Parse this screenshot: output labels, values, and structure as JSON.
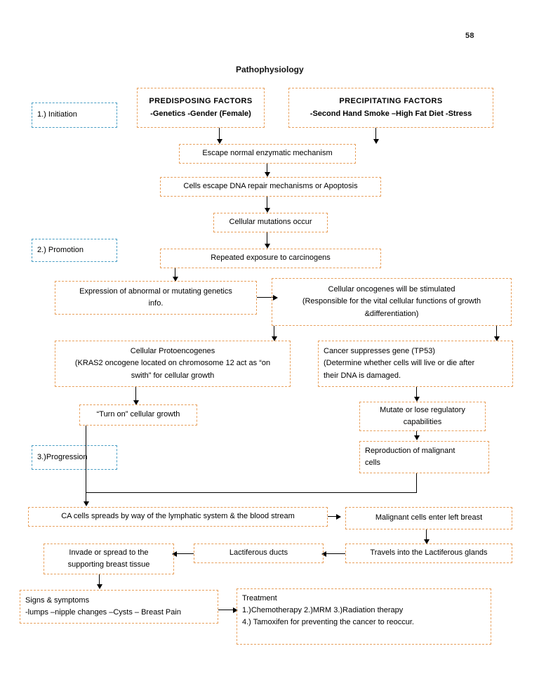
{
  "document": {
    "page_number": "58",
    "title": "Pathophysiology"
  },
  "stages": [
    {
      "id": "stage-1",
      "label": "1.) Initiation"
    },
    {
      "id": "stage-2",
      "label": "2.) Promotion"
    },
    {
      "id": "stage-3",
      "label": "3.)Progression"
    }
  ],
  "nodes": {
    "predisposing": {
      "heading": "PREDISPOSING FACTORS",
      "line2": "-Genetics        -Gender (Female)"
    },
    "precipitating": {
      "heading": "PRECIPITATING FACTORS",
      "line2": "-Second Hand Smoke –High Fat Diet   -Stress"
    },
    "escape_enzymatic": {
      "line1": "Escape normal enzymatic mechanism"
    },
    "cells_escape_dna": {
      "line1": "Cells escape DNA repair mechanisms or Apoptosis"
    },
    "cellular_mutations": {
      "line1": "Cellular mutations occur"
    },
    "repeated_exposure": {
      "line1": "Repeated exposure to carcinogens"
    },
    "expression_abnormal": {
      "line1": "Expression of abnormal or mutating genetics",
      "line2": "info."
    },
    "cellular_oncogenes": {
      "line1": "Cellular oncogenes will be stimulated",
      "line2": "(Responsible for the vital cellular functions of growth",
      "line3": "&differentiation)"
    },
    "protoencogenes": {
      "line1": "Cellular Protoencogenes",
      "line2": "(KRAS2 oncogene located on chromosome 12 act as “on",
      "line3": "swith” for cellular growth"
    },
    "suppressor_gene": {
      "line1": "Cancer suppresses gene (TP53)",
      "line2": "(Determine whether cells will live or die after",
      "line3": "their DNA is damaged."
    },
    "turn_on_growth": {
      "line1": "“Turn on” cellular growth"
    },
    "mutate_lose": {
      "line1": "Mutate or lose regulatory",
      "line2": "capabilities"
    },
    "reproduction_malignant": {
      "line1": "Reproduction of malignant",
      "line2": "cells"
    },
    "ca_spreads": {
      "line1": "CA cells spreads by way of the lymphatic system & the blood stream"
    },
    "malignant_enter_breast": {
      "line1": "Malignant cells enter left breast"
    },
    "travels_glands": {
      "line1": "Travels into the Lactiferous glands"
    },
    "lactiferous_ducts": {
      "line1": "Lactiferous ducts"
    },
    "invade_spread": {
      "line1": "Invade or spread to the",
      "line2": "supporting breast tissue"
    },
    "signs_symptoms": {
      "line1": "Signs & symptoms",
      "line2": "-lumps –nipple changes –Cysts – Breast Pain"
    },
    "treatment": {
      "line1": "Treatment",
      "line2": "1.)Chemotherapy           2.)MRM              3.)Radiation therapy",
      "line3": "4.) Tamoxifen for preventing the cancer to reoccur."
    }
  },
  "colors": {
    "node_border": "#e8a05c",
    "stage_border": "#4a9ec4",
    "connector": "#000000",
    "text": "#000000",
    "background": "#ffffff"
  }
}
